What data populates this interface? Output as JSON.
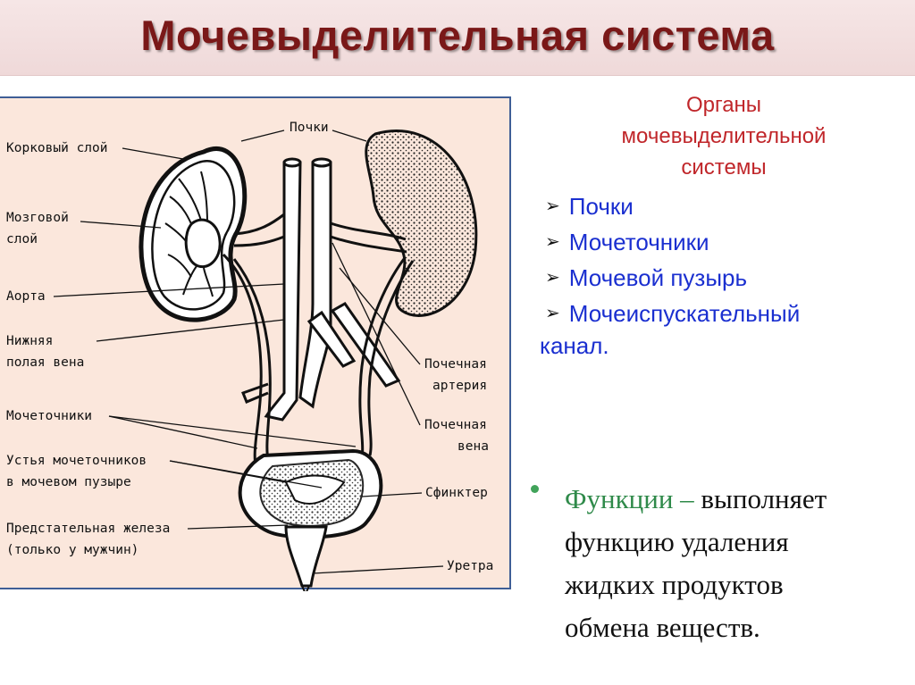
{
  "title": "Мочевыделительная система",
  "figure": {
    "labels": {
      "kochki": "Почки",
      "cortex": "Корковый слой",
      "medulla_1": "Мозговой",
      "medulla_2": "слой",
      "aorta": "Аорта",
      "vena_1": "Нижняя",
      "vena_2": "полая вена",
      "ureters": "Мочеточники",
      "ostia_1": "Устья мочеточников",
      "ostia_2": "в мочевом пузыре",
      "prostate_1": "Предстательная железа",
      "prostate_2": "(только у мужчин)",
      "artery_1": "Почечная",
      "artery_2": "артерия",
      "vein_1": "Почечная",
      "vein_2": "вена",
      "sphincter": "Сфинктер",
      "urethra": "Уретра"
    }
  },
  "organs": {
    "title_1": "Органы",
    "title_2": "мочевыделительной",
    "title_3": "системы",
    "items": [
      "Почки",
      "Мочеточники",
      "Мочевой пузырь",
      "Мочеиспускательный"
    ],
    "item_continuation": "канал.",
    "marker": "➢"
  },
  "functions": {
    "keyword": "Функции",
    "dash": " – ",
    "line_1": "выполняет",
    "line_2": "функцию удаления",
    "line_3": "жидких продуктов",
    "line_4": "обмена веществ."
  },
  "colors": {
    "title": "#7a1818",
    "organs_title": "#c0262a",
    "organs_items": "#1a2fd0",
    "functions_keyword": "#2f8a4a",
    "figure_bg": "#fbe7dc",
    "figure_border": "#3f5e96"
  }
}
